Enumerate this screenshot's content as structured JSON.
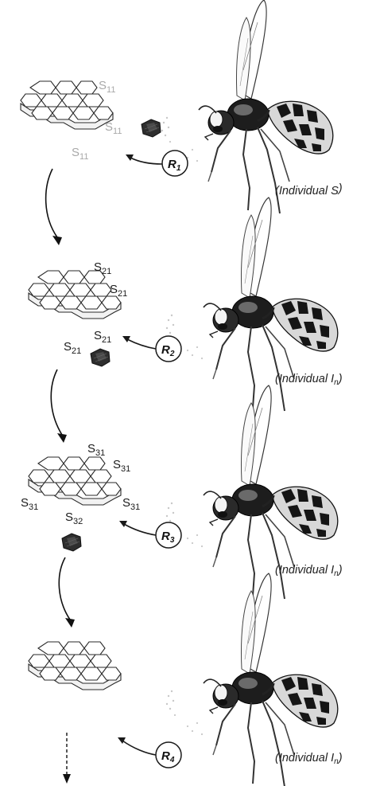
{
  "stages": [
    {
      "id": 1,
      "r_label": "R",
      "r_sub": "1",
      "individual_prefix": "(Individual ",
      "individual_main": "S",
      "individual_sub": "",
      "individual_suffix": ")",
      "cells": [
        {
          "text": "S",
          "sub": "11"
        },
        {
          "text": "S",
          "sub": "11"
        },
        {
          "text": "S",
          "sub": "11"
        }
      ]
    },
    {
      "id": 2,
      "r_label": "R",
      "r_sub": "2",
      "individual_prefix": "(Individual ",
      "individual_main": "I",
      "individual_sub": "n",
      "individual_suffix": ")",
      "cells": [
        {
          "text": "S",
          "sub": "21"
        },
        {
          "text": "S",
          "sub": "21"
        },
        {
          "text": "S",
          "sub": "21"
        },
        {
          "text": "S",
          "sub": "21"
        }
      ]
    },
    {
      "id": 3,
      "r_label": "R",
      "r_sub": "3",
      "individual_prefix": "(Individual ",
      "individual_main": "I",
      "individual_sub": "n",
      "individual_suffix": ")",
      "cells": [
        {
          "text": "S",
          "sub": "31"
        },
        {
          "text": "S",
          "sub": "31"
        },
        {
          "text": "S",
          "sub": "31"
        },
        {
          "text": "S",
          "sub": "31"
        },
        {
          "text": "S",
          "sub": "32"
        }
      ]
    },
    {
      "id": 4,
      "r_label": "R",
      "r_sub": "4",
      "individual_prefix": "(Individual ",
      "individual_main": "I",
      "individual_sub": "n",
      "individual_suffix": ")",
      "cells": []
    }
  ],
  "colors": {
    "ink": "#1a1a1a",
    "faded_label": "#a8a8a8",
    "block": "#2e2e2e",
    "wasp_black": "#151515",
    "wasp_gray": "#8a8a8a"
  }
}
